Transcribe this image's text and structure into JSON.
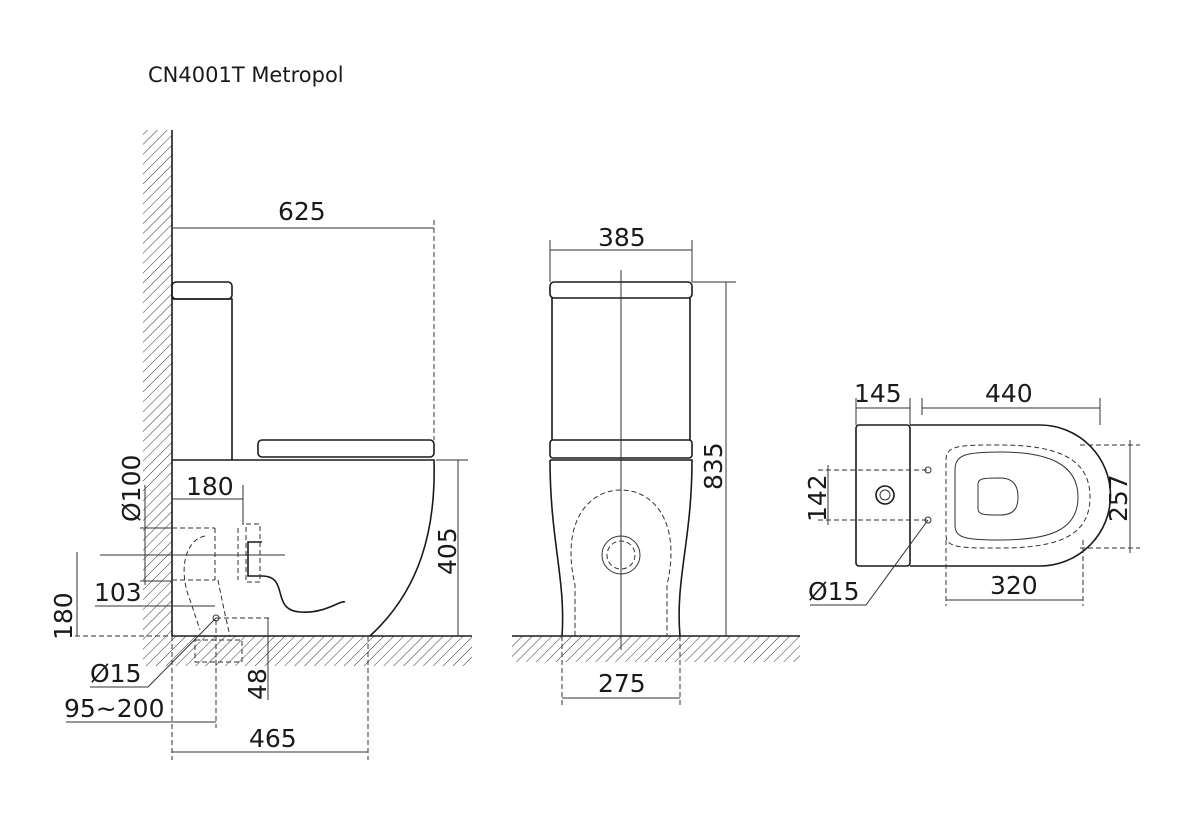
{
  "title": "CN4001T  Metropol",
  "side_view": {
    "overall_length": "625",
    "seat_height": "405",
    "outlet_offset": "180",
    "outlet_diameter": "Ø100",
    "outlet_center": "103",
    "outlet_height": "180",
    "inlet_diameter": "Ø15",
    "inlet_height": "48",
    "rough_in": "95~200",
    "floor_fix": "465"
  },
  "front_view": {
    "width": "385",
    "height": "835",
    "base_width": "275"
  },
  "top_view": {
    "tank_depth": "145",
    "bowl_length": "440",
    "hole_spacing": "142",
    "bowl_width": "257",
    "seat_length": "320",
    "inlet_diameter": "Ø15"
  }
}
